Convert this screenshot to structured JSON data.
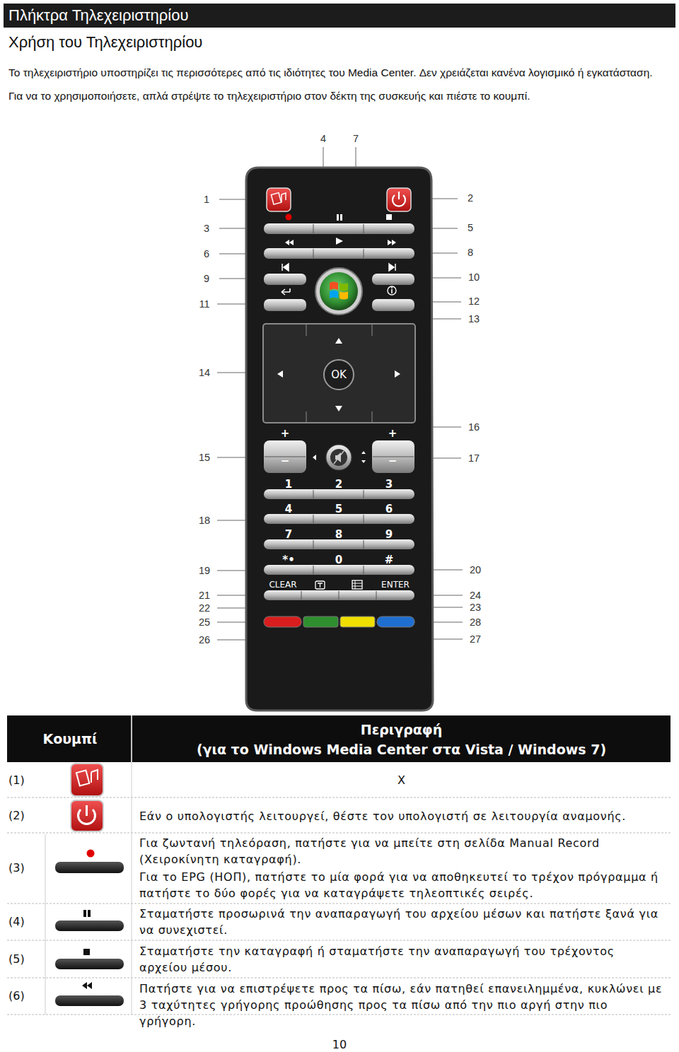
{
  "diagram": {
    "title": "Πλήκτρα Τηλεχειριστηρίου",
    "nodes": [
      {
        "text": [
          "OK"
        ]
      }
    ],
    "labels": [
      "Χρήση του Τηλεχειριστηρίου",
      "Το τηλεχειριστήριο υποστηρίζει τις περισσότερες από τις ιδιότητες του Media Center. Δεν χρειάζεται κανένα λογισμικό ή εγκατάσταση. Για να το χρησιμοποιήσετε, απλά στρέψτε το τηλεχειριστήριο στον δέκτη της συσκευής και πιέστε το κουμπί.",
      "4",
      "7",
      "1",
      "2",
      "3",
      "5",
      "6",
      "8",
      "9",
      "10",
      "11",
      "12",
      "13",
      "14",
      "16",
      "15",
      "17",
      "18",
      "19",
      "20",
      "21",
      "24",
      "22",
      "23",
      "25",
      "28",
      "26",
      "27",
      "+",
      "+",
      "−",
      "−",
      "1",
      "2",
      "3",
      "4",
      "5",
      "6",
      "7",
      "8",
      "9",
      "*•",
      "0",
      "#",
      "CLEAR",
      "ENTER",
      "Κουμπί",
      "Περιγραφή",
      "(για το Windows Media Center στα Vista / Windows 7)",
      "(1)",
      "X",
      "(2)",
      "Εάν ο υπολογιστής λειτουργεί, θέστε τον υπολογιστή σε λειτουργία αναμονής.",
      "(3)",
      "Για ζωντανή τηλεόραση, πατήστε για να μπείτε στη σελίδα Manual Record (Χειροκίνητη καταγραφή).",
      "Για το EPG (ΗΟΠ), πατήστε το μία φορά για να αποθηκευτεί το τρέχον πρόγραμμα ή πατήστε το δύο φορές για να καταγράψετε τηλεοπτικές σειρές.",
      "(4)",
      "Σταματήστε προσωρινά την αναπαραγωγή του αρχείου μέσων και πατήστε ξανά για να συνεχιστεί.",
      "(5)",
      "Σταματήστε την καταγραφή ή σταματήστε την αναπαραγωγή του τρέχοντος αρχείου μέσου.",
      "(6)",
      "Πατήστε για να επιστρέψετε προς τα πίσω, εάν πατηθεί επανειλημμένα, κυκλώνει με 3 ταχύτητες γρήγορης προώθησης προς τα πίσω από την πιο αργή στην πιο γρήγορη.",
      "10"
    ]
  }
}
